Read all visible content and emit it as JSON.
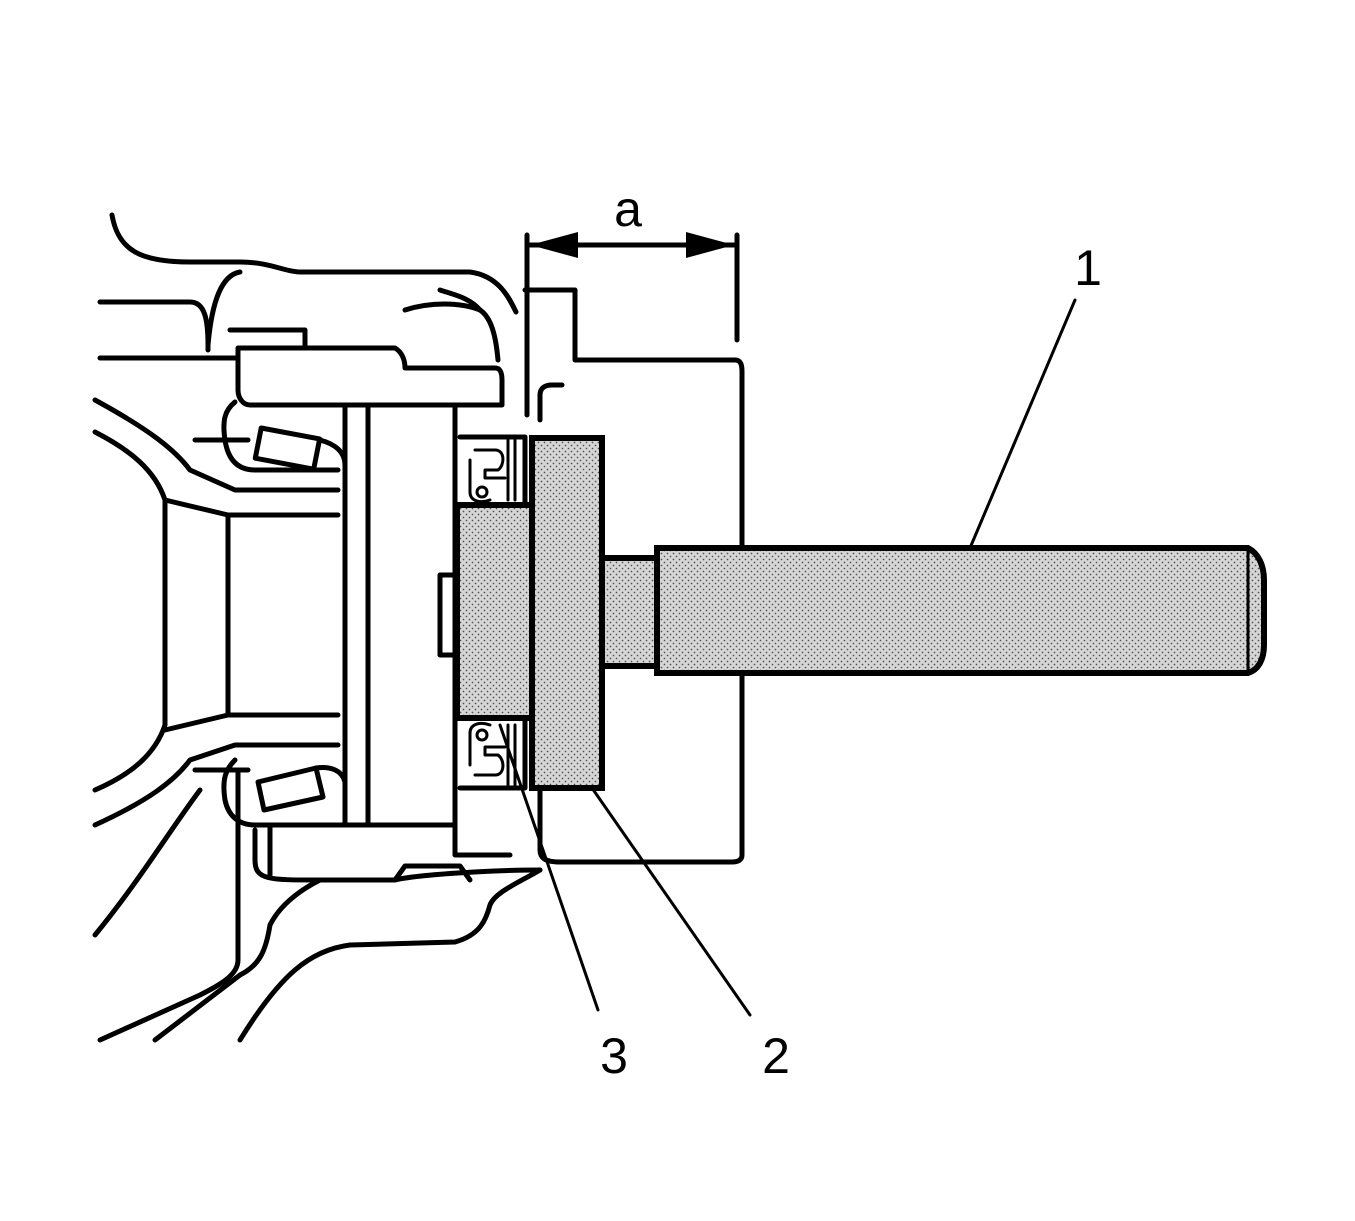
{
  "callouts": {
    "c1": "1",
    "c2": "2",
    "c3": "3"
  },
  "dimension": {
    "a": "a"
  }
}
